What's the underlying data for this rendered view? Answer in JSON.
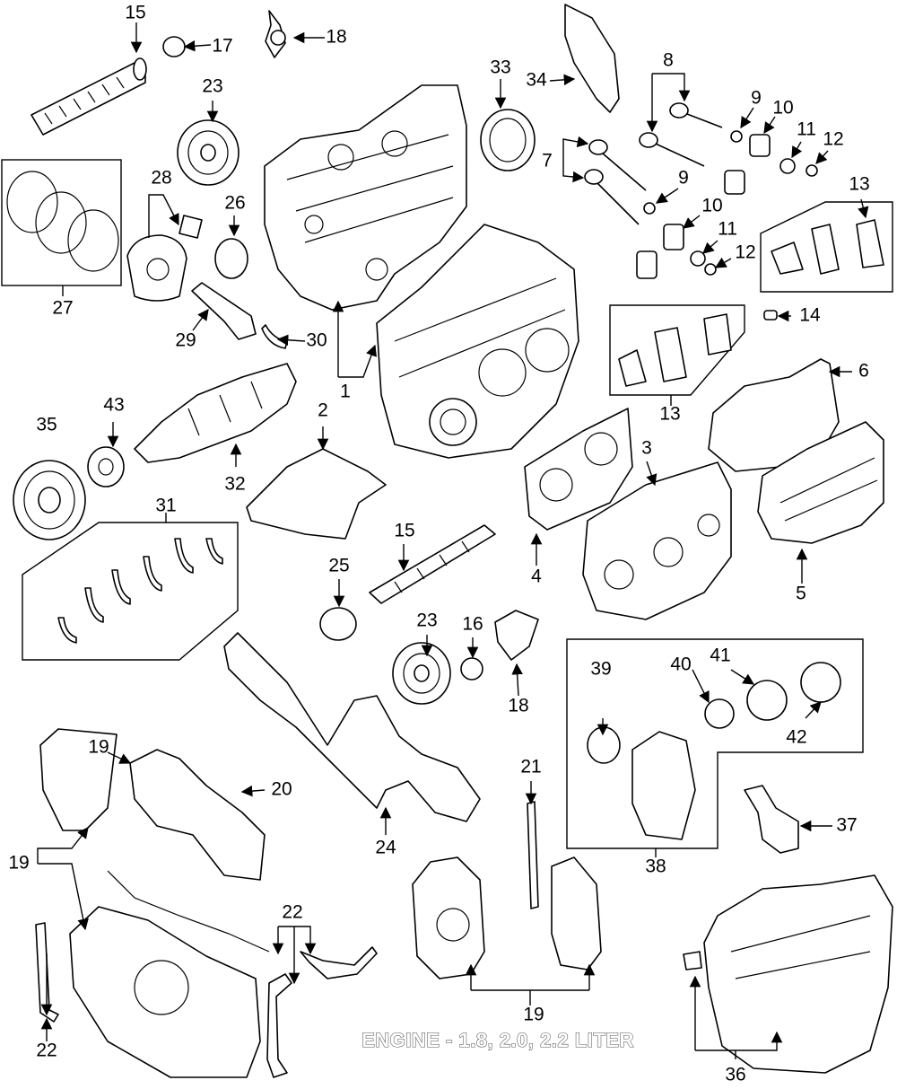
{
  "caption": "ENGINE - 1.8, 2.0, 2.2 LITER",
  "callouts": [
    "1",
    "2",
    "3",
    "4",
    "5",
    "6",
    "7",
    "8",
    "9",
    "9",
    "10",
    "10",
    "11",
    "11",
    "12",
    "12",
    "13",
    "13",
    "14",
    "15",
    "15",
    "16",
    "17",
    "18",
    "18",
    "19",
    "19",
    "19",
    "20",
    "21",
    "22",
    "22",
    "23",
    "23",
    "24",
    "25",
    "26",
    "27",
    "28",
    "29",
    "30",
    "31",
    "32",
    "33",
    "34",
    "35",
    "36",
    "37",
    "38",
    "39",
    "40",
    "41",
    "42",
    "43"
  ]
}
